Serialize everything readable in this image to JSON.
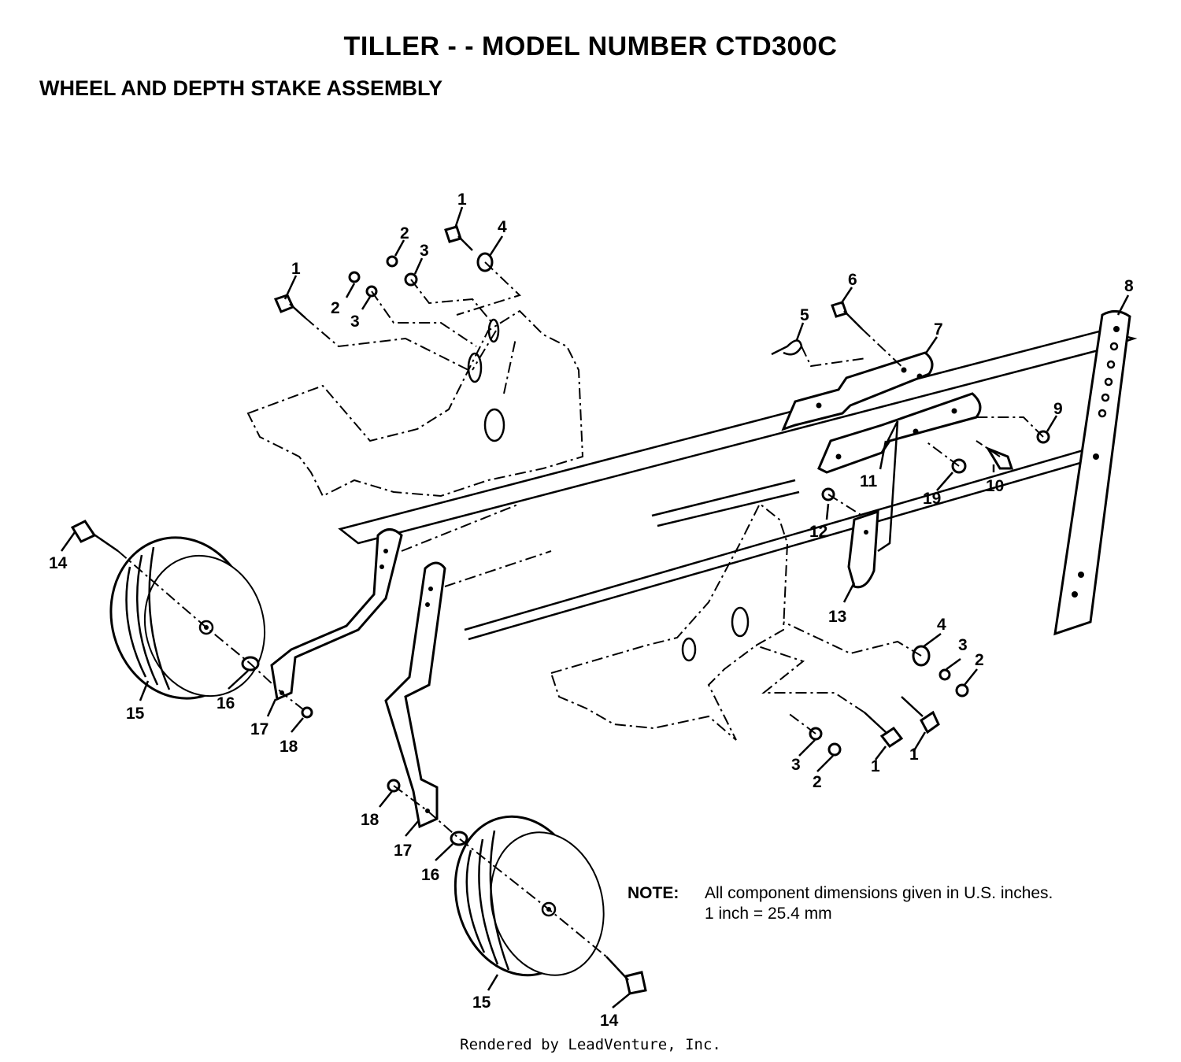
{
  "title": "TILLER - - MODEL NUMBER CTD300C",
  "subtitle": "WHEEL AND DEPTH STAKE ASSEMBLY",
  "note": {
    "label": "NOTE:",
    "line1": "All component dimensions given in U.S. inches.",
    "line2": "1 inch = 25.4 mm"
  },
  "footer": "Rendered by LeadVenture, Inc.",
  "callouts": {
    "c1": "1",
    "c2": "2",
    "c3": "3",
    "c4": "4",
    "c5": "5",
    "c6": "6",
    "c7": "7",
    "c8": "8",
    "c9": "9",
    "c10": "10",
    "c11": "11",
    "c12": "12",
    "c13": "13",
    "c14": "14",
    "c15": "15",
    "c16": "16",
    "c17": "17",
    "c18": "18",
    "c19": "19"
  }
}
